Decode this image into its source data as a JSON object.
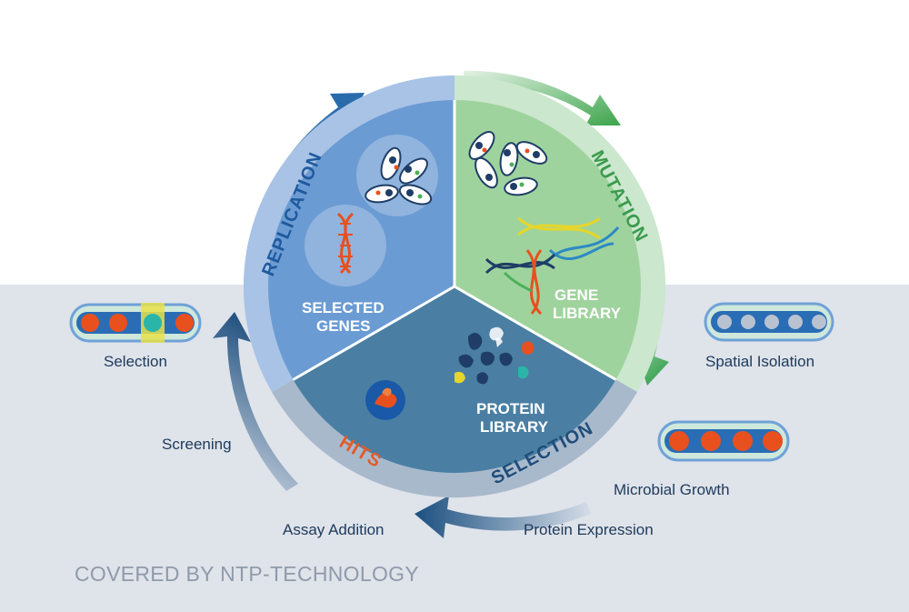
{
  "ring_labels": {
    "replication": "REPLICATION",
    "mutation": "MUTATION",
    "selection": "SELECTION",
    "hits": "HITS"
  },
  "sectors": {
    "selected_genes": [
      "SELECTED",
      "GENES"
    ],
    "gene_library": [
      "GENE",
      "LIBRARY"
    ],
    "protein_library": [
      "PROTEIN",
      "LIBRARY"
    ]
  },
  "steps": {
    "selection": "Selection",
    "screening": "Screening",
    "assay_addition": "Assay Addition",
    "protein_expression": "Protein Expression",
    "microbial_growth": "Microbial Growth",
    "spatial_isolation": "Spatial Isolation"
  },
  "footer": "COVERED BY NTP-TECHNOLOGY",
  "colors": {
    "replication": "#1f5a9e",
    "mutation": "#43a357",
    "selection": "#1f4d7a",
    "hits": "#e25b2b",
    "droplet_orange": "#e8501e",
    "droplet_tube": "#2a6db5",
    "droplet_rim": "#cfe8dc"
  }
}
